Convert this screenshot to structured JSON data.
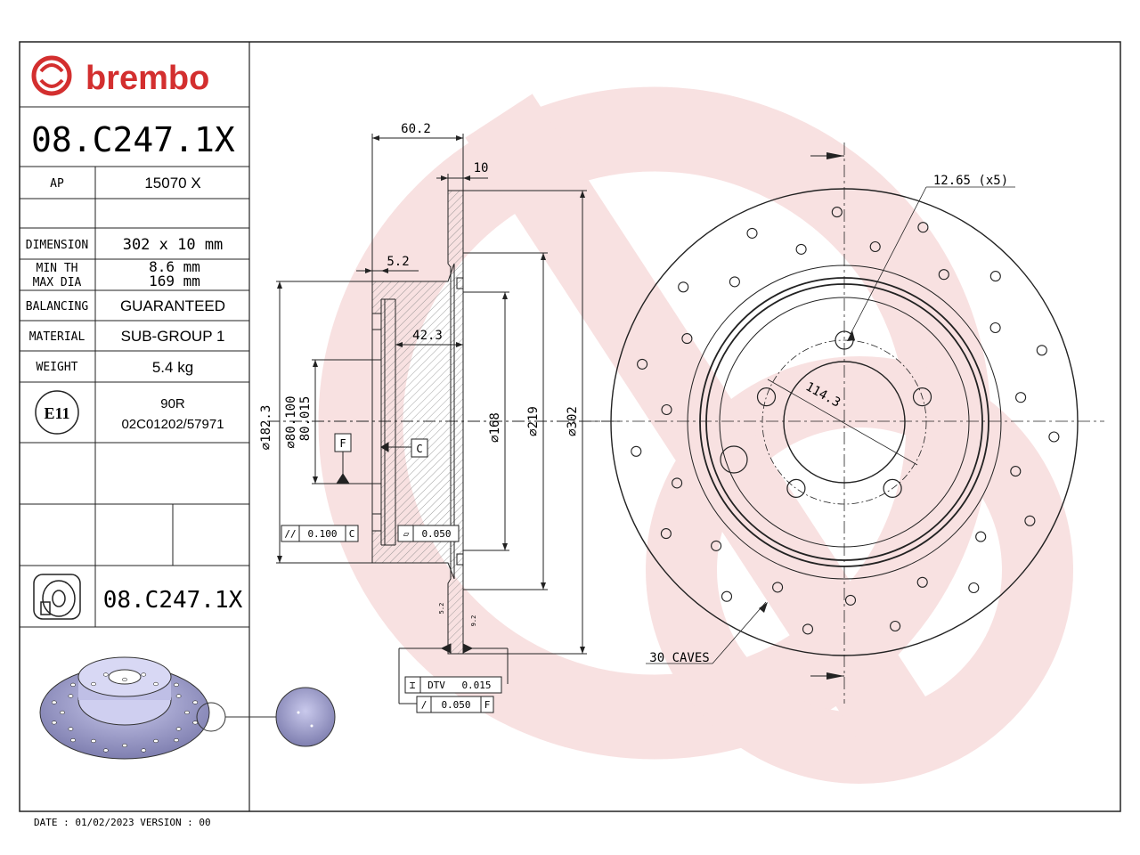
{
  "brand": {
    "name": "brembo",
    "red": "#d32f2f",
    "watermark": "#f3c9c9"
  },
  "title_block": {
    "part_number": "08.C247.1X",
    "rows": [
      {
        "label": "AP",
        "value": "15070 X"
      },
      {
        "label": "",
        "value": ""
      },
      {
        "label": "DIMENSION",
        "value": "302 x 10 mm"
      },
      {
        "label_1": "MIN TH",
        "label_2": "MAX DIA",
        "value_1": "8.6 mm",
        "value_2": "169 mm"
      },
      {
        "label": "BALANCING",
        "value": "GUARANTEED"
      },
      {
        "label": "MATERIAL",
        "value": "SUB-GROUP 1"
      },
      {
        "label": "WEIGHT",
        "value": "5.4 kg"
      }
    ],
    "homologation": {
      "mark": "E11",
      "line_1": "90R",
      "line_2": "02C01202/57971"
    },
    "part_number_repeat": "08.C247.1X",
    "icons": [
      "e-mark-icon",
      "disc-profile-icon",
      "disc-3d-render-icon",
      "detail-magnifier-icon"
    ]
  },
  "footer": {
    "text": "DATE : 01/02/2023 VERSION : 00"
  },
  "dimensions": {
    "width_total": "60.2",
    "thickness": "10",
    "hat_offset": "5.2",
    "inner_depth": "42.3",
    "dia_182": "182.3",
    "dia_80_upper": "80.100",
    "dia_80_lower": "80.015",
    "dia_168": "168",
    "dia_219": "219",
    "dia_302": "302",
    "bolt_circle": "114.3",
    "hole_dia": "12.65 (x5)",
    "caves_note": "30 CAVES",
    "small_5_2": "5.2",
    "small_9_2": "9.2"
  },
  "tolerances": {
    "datum_f": "F",
    "datum_c": "C",
    "parallel": {
      "symbol": "//",
      "value": "0.100",
      "datum": "C"
    },
    "flatness": {
      "symbol": "▱",
      "value": "0.050"
    },
    "dtv": {
      "symbol": "⌶",
      "label": "DTV",
      "value": "0.015"
    },
    "runout": {
      "symbol": "/",
      "value": "0.050",
      "datum": "F"
    }
  }
}
